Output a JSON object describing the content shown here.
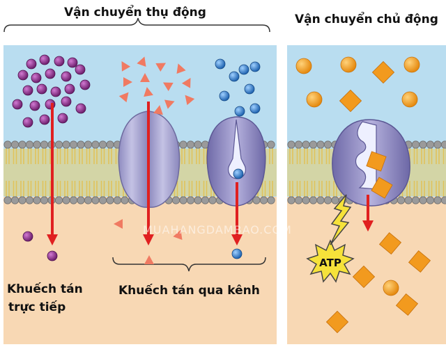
{
  "titles": {
    "passive": "Vận chuyển thụ động",
    "active": "Vận chuyển chủ động"
  },
  "captions": {
    "simple_diffusion_line1": "Khuếch tán",
    "simple_diffusion_line2": "trực tiếp",
    "channel_diffusion": "Khuếch tán qua kênh"
  },
  "atp_label": "ATP",
  "watermark": "MUAHANGDAMBAO.COM",
  "colors": {
    "extracellular": "#b9ddf0",
    "cytoplasm": "#f8d8b4",
    "lipid_head": "#9a9a9a",
    "lipid_tail": "#e2c35a",
    "protein": "#a9a6cf",
    "arrow": "#e02020",
    "purple_molecule": "#8a2e8a",
    "red_molecule": "#f07a62",
    "blue_molecule": "#2e78c4",
    "orange_molecule": "#f29a1e",
    "atp_burst": "#f6e23a"
  }
}
